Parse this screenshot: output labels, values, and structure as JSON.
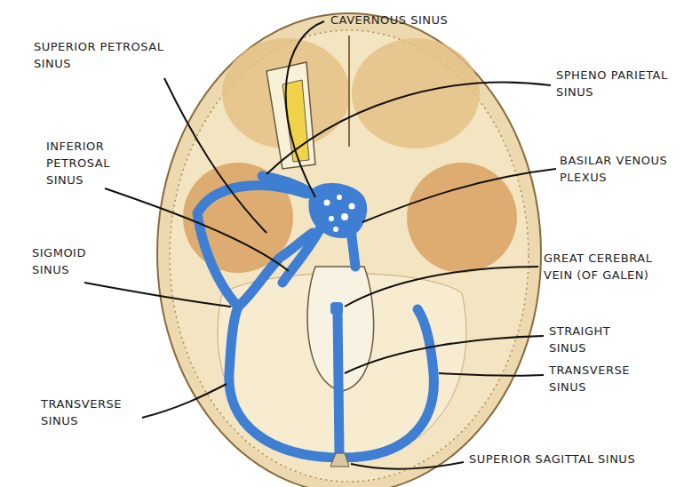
{
  "diagram": {
    "labels": [
      "CAVERNOUS SINUS",
      "SUPERIOR PETROSAL SINUS",
      "SPHENO PARIETAL SINUS",
      "INFERIOR PETROSAL SINUS",
      "BASILAR VENOUS PLEXUS",
      "SIGMOID SINUS",
      "GREAT CEREBRAL VEIN (OF GALEN)",
      "STRAIGHT SINUS",
      "TRANSVERSE SINUS",
      "TRANSVERSE SINUS",
      "SUPERIOR SAGITTAL SINUS"
    ]
  }
}
